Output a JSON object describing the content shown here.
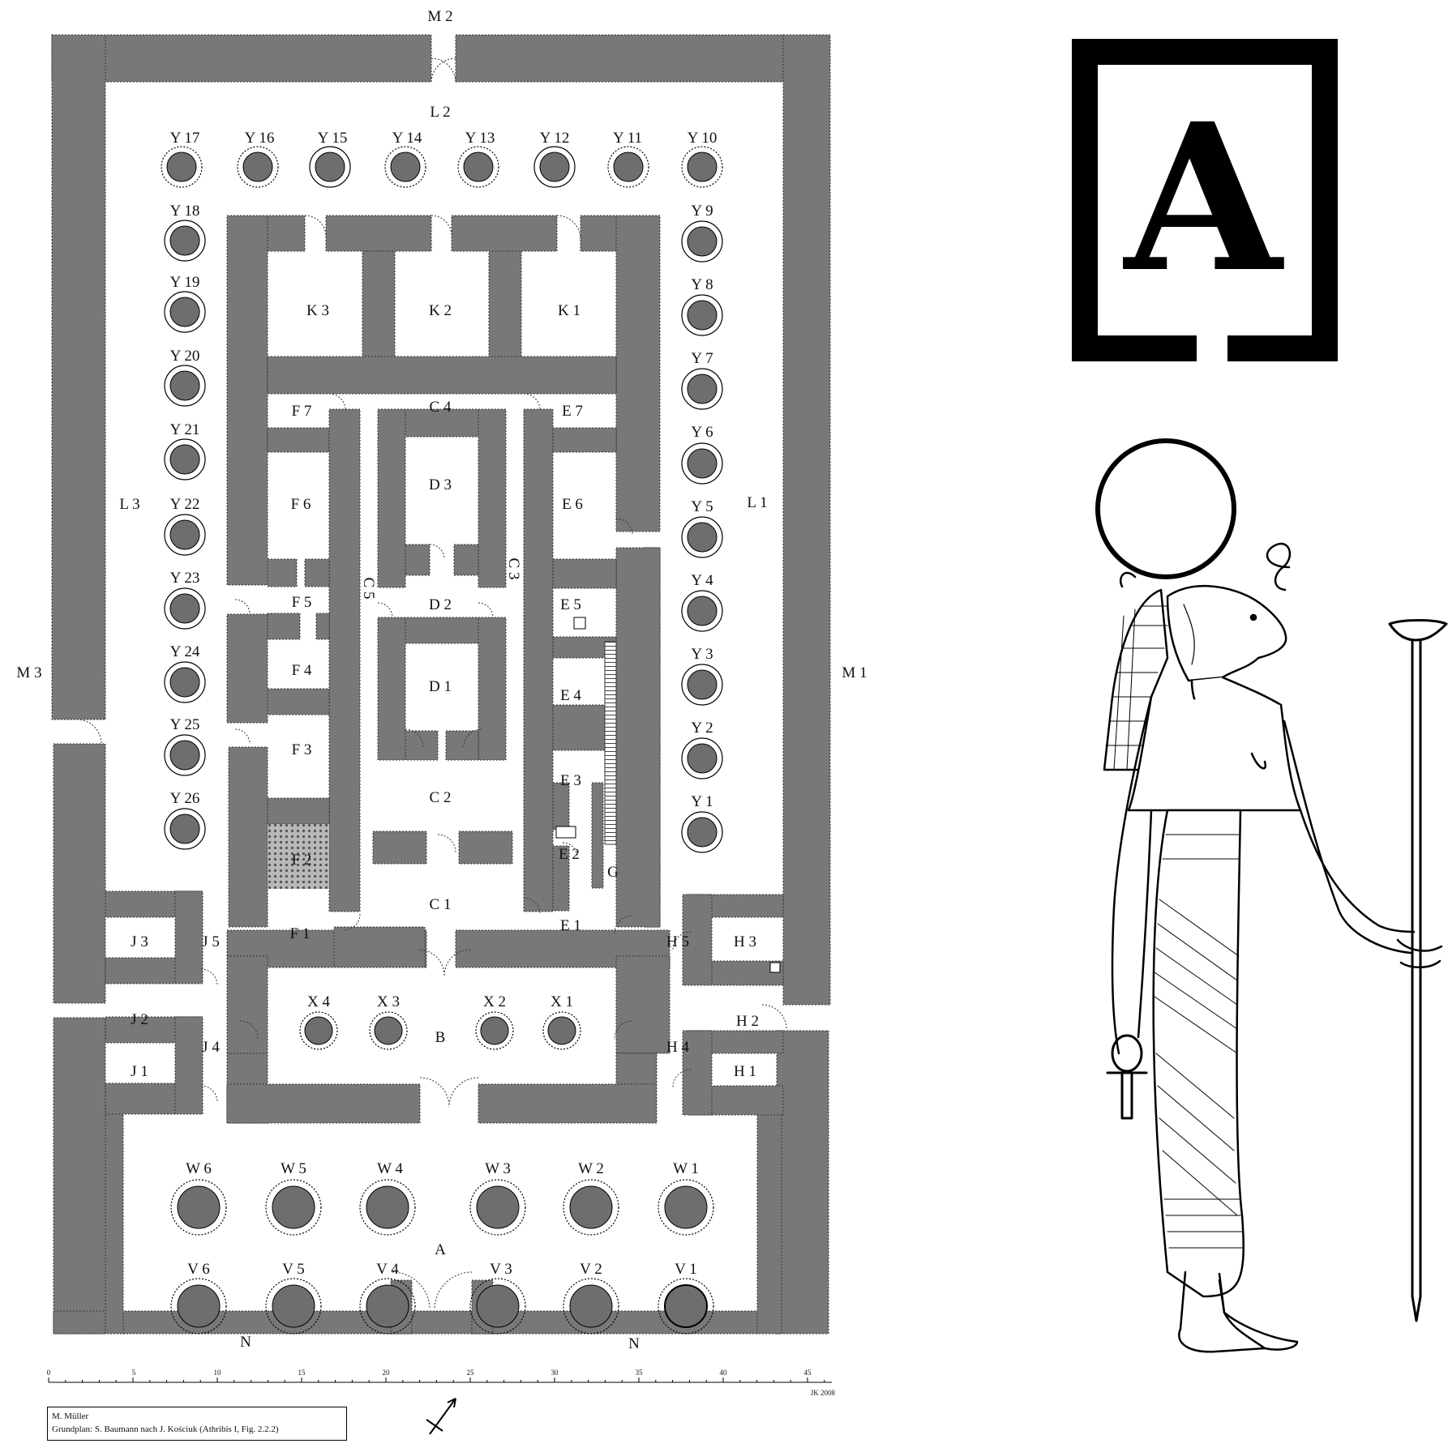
{
  "plan": {
    "colors": {
      "wall": "#787878",
      "column": "#6e6e6e",
      "ink": "#000000",
      "paper": "#ffffff"
    },
    "column_labels": [
      "Y 17",
      "Y 16",
      "Y 15",
      "Y 14",
      "Y 13",
      "Y 12",
      "Y 11",
      "Y 10",
      "Y 18",
      "Y 19",
      "Y 20",
      "Y 21",
      "Y 22",
      "Y 23",
      "Y 24",
      "Y 25",
      "Y 26",
      "Y 9",
      "Y 8",
      "Y 7",
      "Y 6",
      "Y 5",
      "Y 4",
      "Y 3",
      "Y 2",
      "Y 1",
      "X 4",
      "X 3",
      "X 2",
      "X 1",
      "W 6",
      "W 5",
      "W 4",
      "W 3",
      "W 2",
      "W 1",
      "V 6",
      "V 5",
      "V 4",
      "V 3",
      "V 2",
      "V 1"
    ],
    "room_labels": [
      "M 2",
      "L 2",
      "K 3",
      "K 2",
      "K 1",
      "F 7",
      "C 4",
      "E 7",
      "D 3",
      "F 6",
      "E 6",
      "L 3",
      "L 1",
      "C 5",
      "C 3",
      "F 5",
      "D 2",
      "E 5",
      "F 4",
      "D 1",
      "E 4",
      "M 3",
      "M 1",
      "F 3",
      "E 3",
      "C 2",
      "F 2",
      "E 2",
      "G",
      "C 1",
      "F 1",
      "E 1",
      "J 3",
      "J 5",
      "H 5",
      "H 3",
      "J 2",
      "H 2",
      "B",
      "J 4",
      "H 4",
      "J 1",
      "H 1",
      "A",
      "N",
      "N"
    ],
    "scale_ticks": [
      "0",
      "5",
      "10",
      "15",
      "20",
      "25",
      "30",
      "35",
      "40",
      "45"
    ],
    "signature": "JK  2008",
    "credit": [
      "M. Müller",
      "Grundplan: S. Baumann nach J. Kościuk (Athribis I, Fig. 2.2.2)"
    ]
  },
  "logo": {
    "letter": "A"
  },
  "figure": {
    "icons": [
      "sun-disk-icon",
      "uraeus-icon",
      "lioness-head-icon",
      "ankh-icon",
      "was-scepter-icon"
    ]
  }
}
